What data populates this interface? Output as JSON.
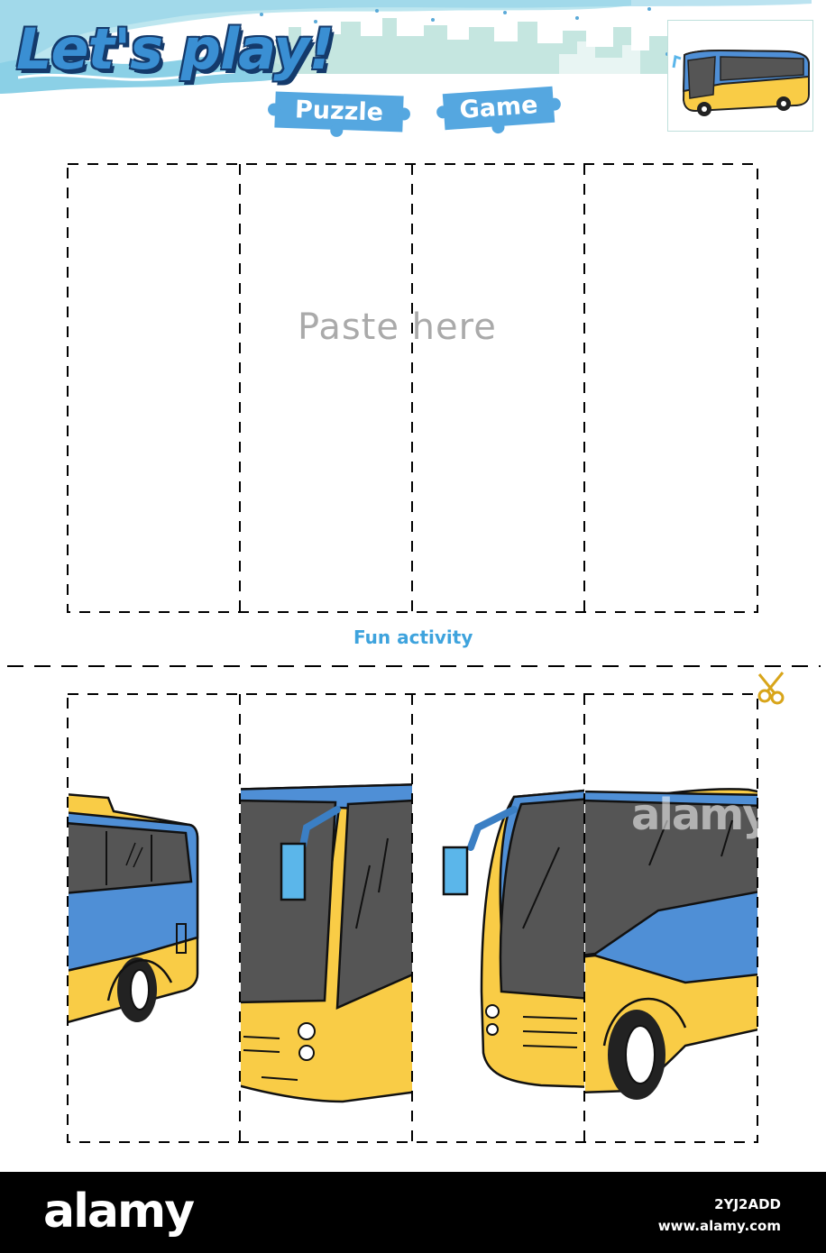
{
  "header": {
    "title": "Let's play!",
    "tag_puzzle": "Puzzle",
    "tag_game": "Game"
  },
  "paste_area": {
    "label": "Paste here",
    "columns": 4
  },
  "divider": {
    "label": "Fun activity"
  },
  "pieces": {
    "count": 4,
    "watermark": "alamy"
  },
  "footer": {
    "logo": "alamy",
    "image_id": "2YJ2ADD",
    "site": "www.alamy.com"
  },
  "colors": {
    "title_blue": "#3a8fd3",
    "tag_blue": "#55a7e0",
    "bus_blue": "#4f8fd6",
    "bus_yellow": "#f9cc46",
    "window_gray": "#555555",
    "mirror_blue": "#5bb6ea",
    "scissors_gold": "#d8a51a"
  },
  "icons": [
    "scissors-icon",
    "bus-thumbnail",
    "skyline-decoration"
  ]
}
